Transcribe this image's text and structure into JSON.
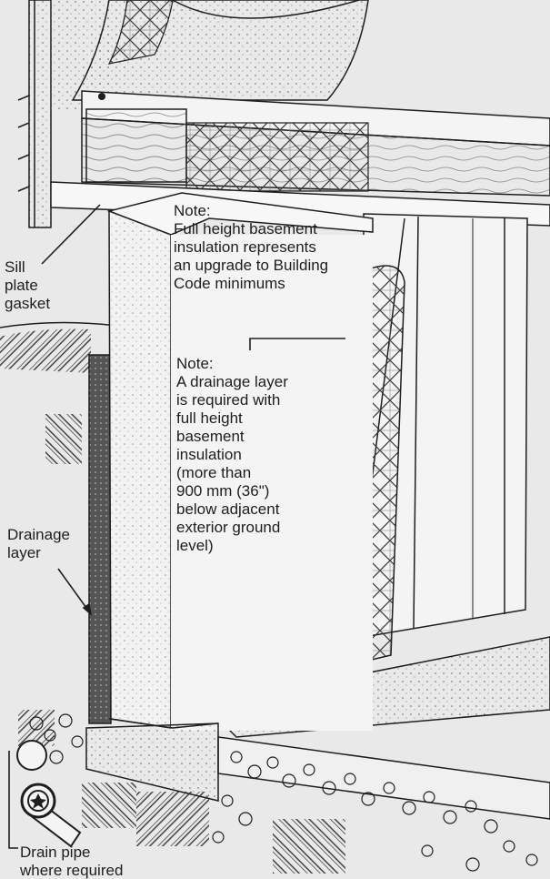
{
  "labels": {
    "sill_plate_gasket": "Sill\nplate\ngasket",
    "drainage_layer": "Drainage\nlayer",
    "drain_pipe": "Drain pipe\nwhere required"
  },
  "notes": [
    {
      "heading": "Note:",
      "body": "Full height basement\ninsulation represents\nan upgrade to Building\nCode minimums"
    },
    {
      "heading": "Note:",
      "body": "A drainage layer\nis required with\nfull height\nbasement\ninsulation\n(more than\n900 mm (36\")\nbelow adjacent\nexterior ground\nlevel)"
    }
  ],
  "colors": {
    "background": "#e9e9e9",
    "line": "#1e1e1e",
    "wall": "#f2f2f2",
    "drainage_layer": "#555555"
  }
}
